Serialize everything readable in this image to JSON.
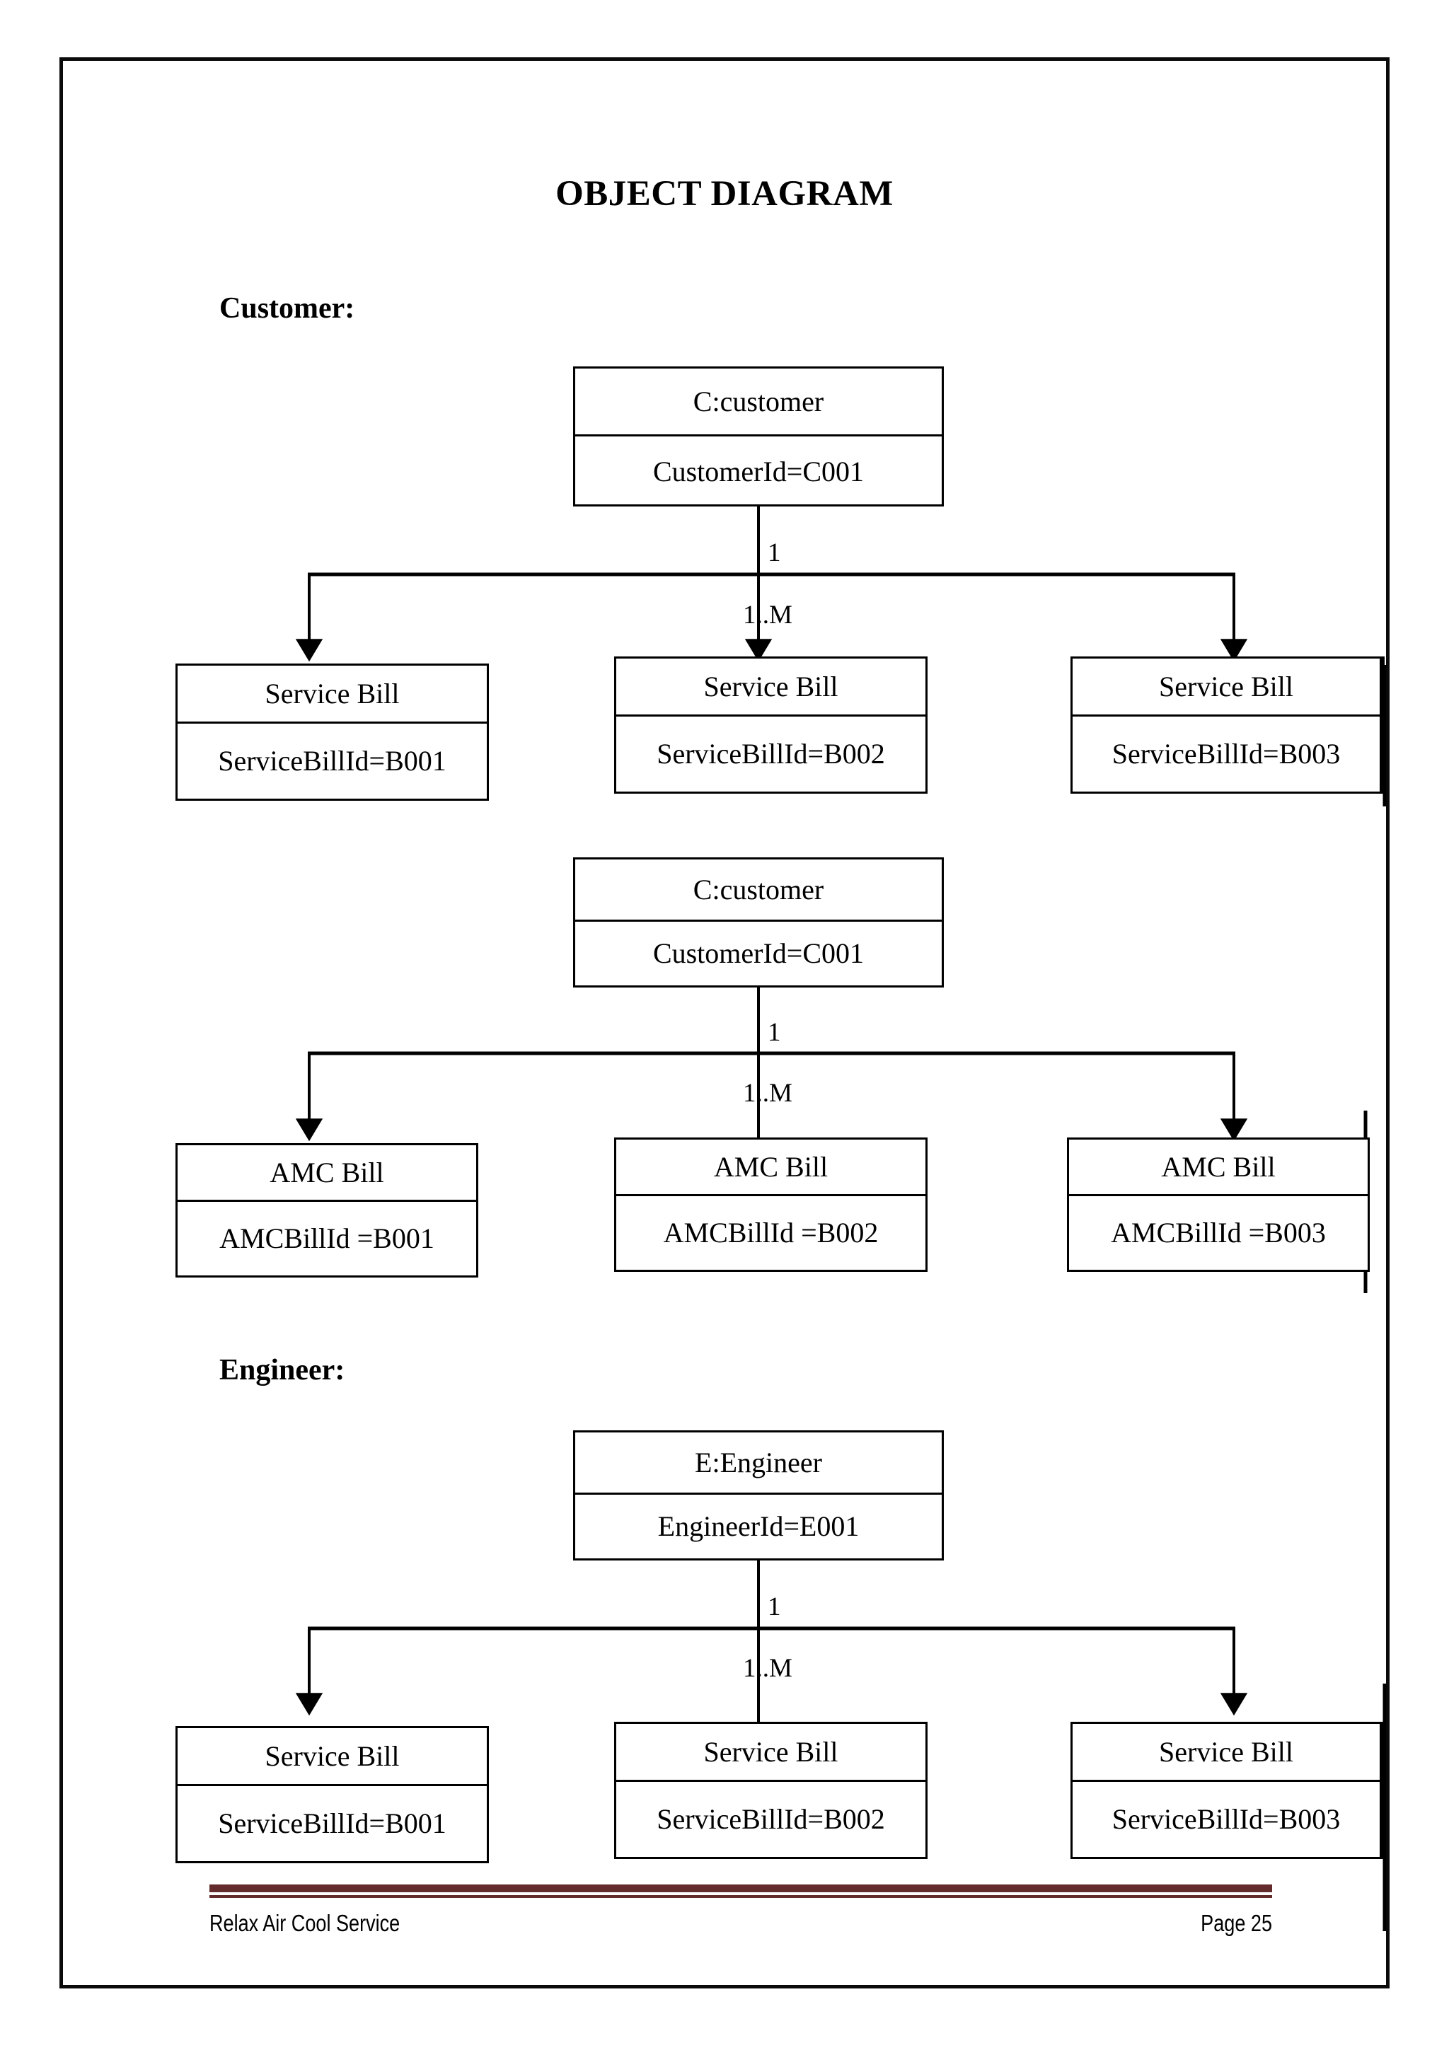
{
  "document": {
    "title": "OBJECT DIAGRAM",
    "border_color": "#0a0a0a"
  },
  "sections": [
    {
      "label": "Customer:"
    },
    {
      "label": "Engineer:"
    }
  ],
  "multiplicity": {
    "one": "1",
    "one_to_many": "1..M"
  },
  "groups": [
    {
      "name": "customer-service-bill",
      "parent": {
        "header": "C:customer",
        "body": "CustomerId=C001"
      },
      "children": [
        {
          "header": "Service Bill",
          "body": "ServiceBillId=B001"
        },
        {
          "header": "Service Bill",
          "body": "ServiceBillId=B002"
        },
        {
          "header": "Service Bill",
          "body": "ServiceBillId=B003"
        }
      ]
    },
    {
      "name": "customer-amc-bill",
      "parent": {
        "header": "C:customer",
        "body": "CustomerId=C001"
      },
      "children": [
        {
          "header": "AMC Bill",
          "body": "AMCBillId =B001"
        },
        {
          "header": "AMC Bill",
          "body": "AMCBillId =B002"
        },
        {
          "header": "AMC Bill",
          "body": "AMCBillId =B003"
        }
      ]
    },
    {
      "name": "engineer-service-bill",
      "parent": {
        "header": "E:Engineer",
        "body": "EngineerId=E001"
      },
      "children": [
        {
          "header": "Service Bill",
          "body": "ServiceBillId=B001"
        },
        {
          "header": "Service Bill",
          "body": "ServiceBillId=B002"
        },
        {
          "header": "Service Bill",
          "body": "ServiceBillId=B003"
        }
      ]
    }
  ],
  "footer": {
    "left": "Relax Air Cool Service",
    "right": "Page 25",
    "rule_color": "#632B2B"
  }
}
